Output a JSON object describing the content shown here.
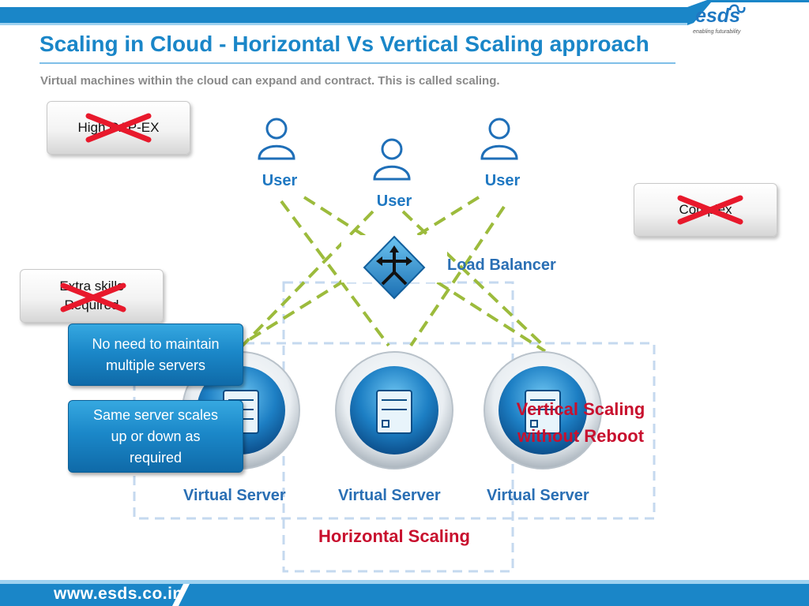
{
  "header": {
    "title": "Scaling in Cloud - Horizontal Vs Vertical Scaling approach",
    "subtitle": "Virtual machines within the cloud can expand and contract. This is called scaling."
  },
  "logo": {
    "name": "esds",
    "tagline": "enabling futurability"
  },
  "footer": {
    "website": "www.esds.co.in"
  },
  "diagram": {
    "users": [
      {
        "label": "User"
      },
      {
        "label": "User"
      },
      {
        "label": "User"
      }
    ],
    "load_balancer": {
      "label": "Load Balancer"
    },
    "servers": [
      {
        "label": "Virtual Server"
      },
      {
        "label": "Virtual Server"
      },
      {
        "label": "Virtual Server"
      }
    ],
    "horizontal_scaling": {
      "label": "Horizontal Scaling"
    },
    "vertical_scaling": {
      "line1": "Vertical Scaling",
      "line2": "without Reboot"
    }
  },
  "crossed_out": [
    {
      "text": "High CAP-EX",
      "status": "crossed out"
    },
    {
      "text": "Complex",
      "status": "crossed out"
    },
    {
      "line1": "Extra skills",
      "line2": "Required",
      "status": "crossed out"
    }
  ],
  "benefits": [
    {
      "line1": "No need to maintain",
      "line2": "multiple servers"
    },
    {
      "line1": "Same server scales",
      "line2": "up or down as",
      "line3": "required"
    }
  ],
  "colors": {
    "brand_blue": "#1a86c8",
    "red": "#c8102e",
    "connector_green": "#9cbb3c",
    "dashed_box": "#c5d9ef"
  }
}
